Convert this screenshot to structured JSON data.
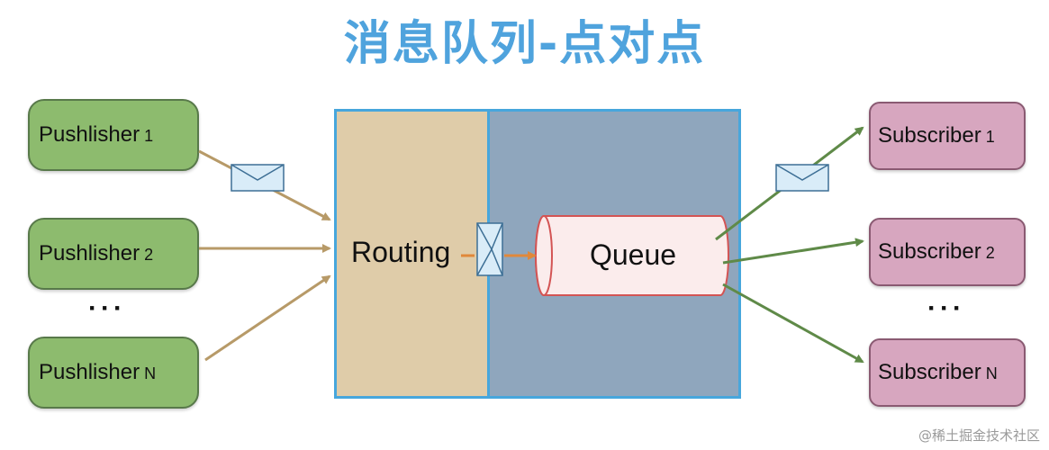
{
  "title": "消息队列-点对点",
  "publishers": [
    {
      "label": "Pushlisher",
      "suffix": "1"
    },
    {
      "label": "Pushlisher",
      "suffix": "2"
    },
    {
      "label": "Pushlisher",
      "suffix": "N"
    }
  ],
  "subscribers": [
    {
      "label": "Subscriber",
      "suffix": "1"
    },
    {
      "label": "Subscriber",
      "suffix": "2"
    },
    {
      "label": "Subscriber",
      "suffix": "N"
    }
  ],
  "ellipsis": "···",
  "routing_label": "Routing",
  "queue_label": "Queue",
  "watermark": "@稀土掘金技术社区",
  "colors": {
    "title": "#4fa3dd",
    "publisher": "#8dbb6e",
    "subscriber": "#d7a6bf",
    "routing": "#dfcca9",
    "queue_area": "#8fa6bd",
    "border": "#47a6dc",
    "incoming_arrow": "#b79a68",
    "outgoing_arrow": "#5f8a48",
    "routing_arrow": "#e0883a"
  }
}
